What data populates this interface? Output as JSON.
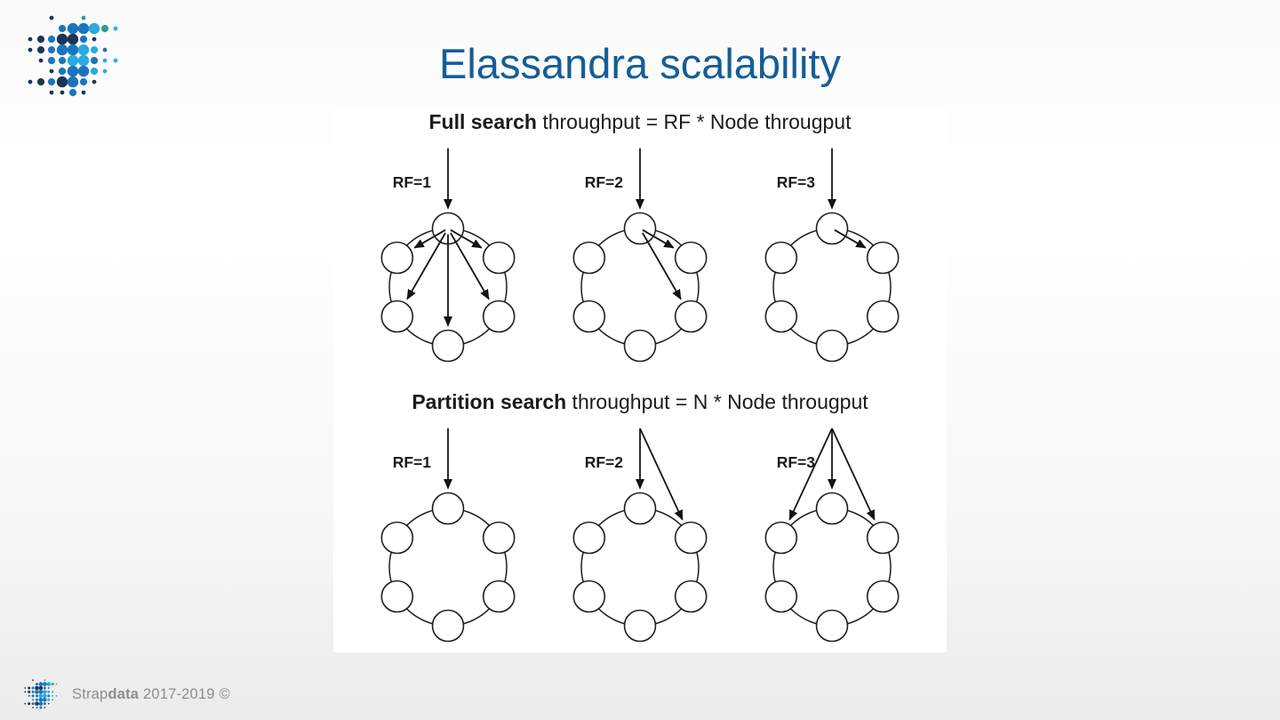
{
  "title": {
    "text": "Elassandra scalability",
    "color": "#155d98"
  },
  "logo": {
    "icon": "strapdata-dots-logo",
    "palette": [
      "#1c3557",
      "#1b75bc",
      "#2aaae1",
      "#2f9a93"
    ]
  },
  "sections": [
    {
      "heading_bold": "Full search",
      "heading_rest": " throughput = RF * Node througput",
      "diagrams": [
        {
          "label": "RF=1",
          "incoming": [
            0
          ],
          "coordinator_arrows": [
            5,
            1,
            4,
            3,
            2
          ]
        },
        {
          "label": "RF=2",
          "incoming": [
            0
          ],
          "coordinator_arrows": [
            1,
            2
          ]
        },
        {
          "label": "RF=3",
          "incoming": [
            0
          ],
          "coordinator_arrows": [
            1
          ]
        }
      ]
    },
    {
      "heading_bold": "Partition search",
      "heading_rest": " throughput = N * Node througput",
      "diagrams": [
        {
          "label": "RF=1",
          "incoming": [
            0
          ],
          "coordinator_arrows": []
        },
        {
          "label": "RF=2",
          "incoming": [
            0,
            1
          ],
          "coordinator_arrows": []
        },
        {
          "label": "RF=3",
          "incoming": [
            5,
            0,
            1
          ],
          "coordinator_arrows": []
        }
      ]
    }
  ],
  "diagram": {
    "node_count": 6,
    "node_fill": "#ffffff",
    "stroke": "#1f1f1f"
  },
  "footer": {
    "brand_prefix": "Strap",
    "brand_suffix": "data",
    "copyright": " 2017-2019 ©"
  }
}
